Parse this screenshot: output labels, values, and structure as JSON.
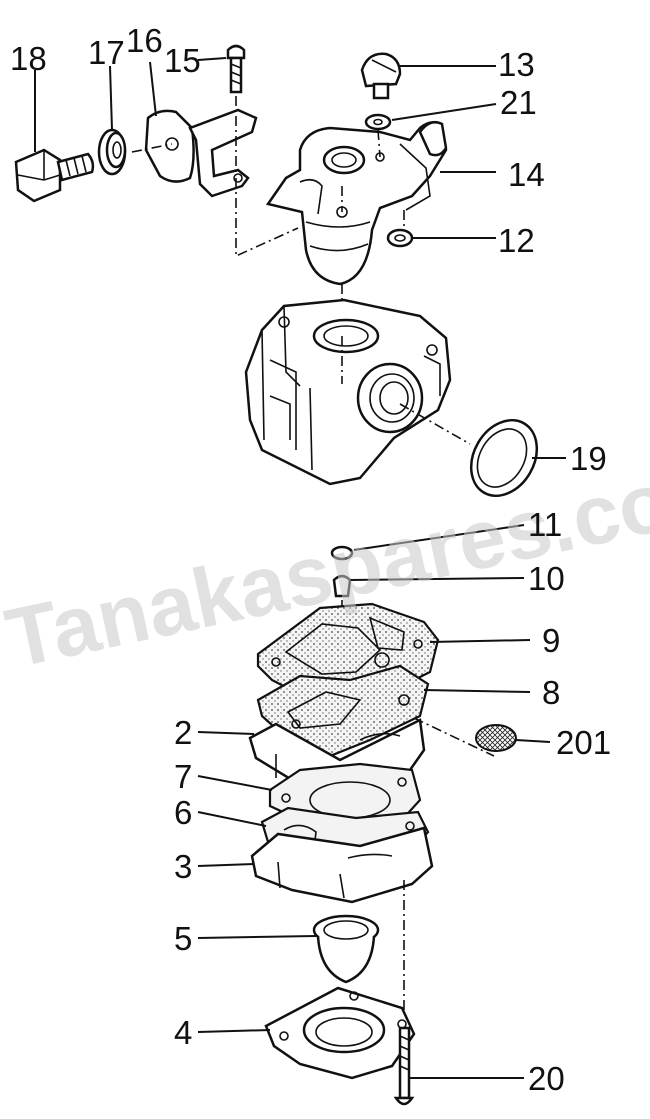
{
  "watermark": "Tanakaspares.co.uk",
  "callouts": {
    "c18": "18",
    "c17": "17",
    "c16": "16",
    "c15": "15",
    "c13": "13",
    "c21": "21",
    "c14": "14",
    "c12": "12",
    "c19": "19",
    "c11": "11",
    "c10": "10",
    "c9": "9",
    "c8": "8",
    "c2": "2",
    "c201": "201",
    "c7": "7",
    "c6": "6",
    "c3": "3",
    "c5": "5",
    "c4": "4",
    "c20": "20"
  }
}
